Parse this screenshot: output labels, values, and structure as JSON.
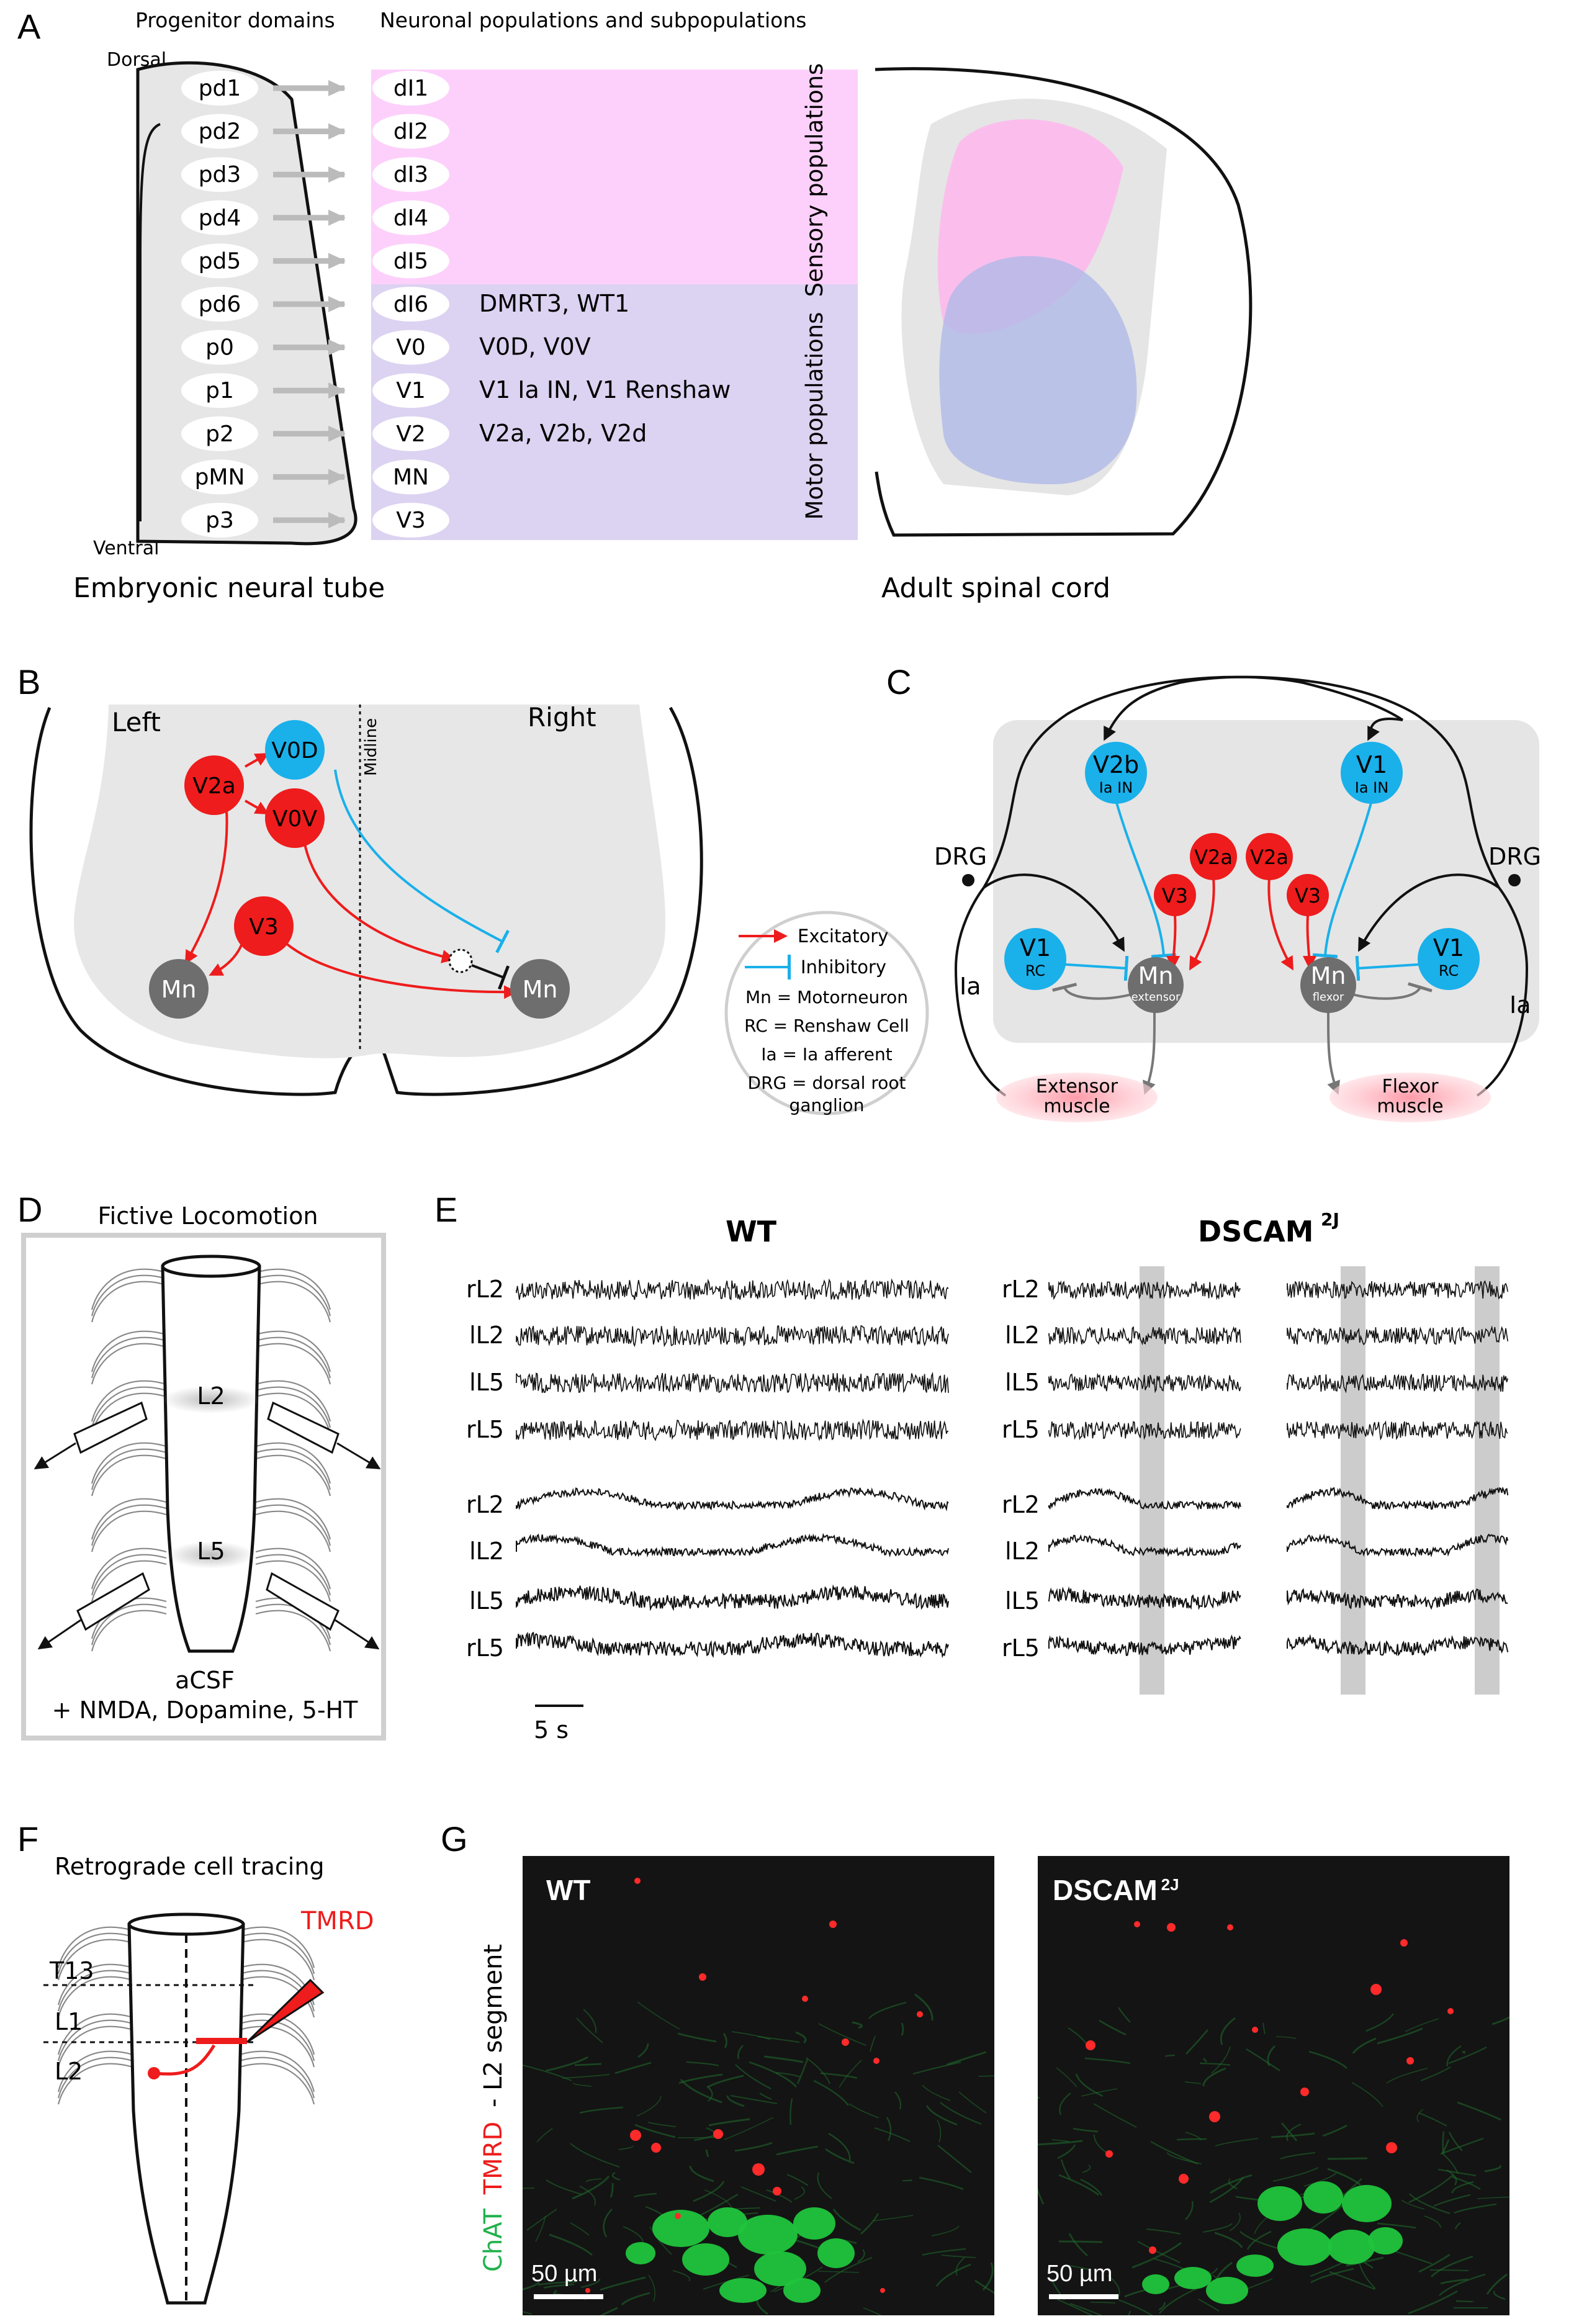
{
  "panels": [
    "A",
    "B",
    "C",
    "D",
    "E",
    "F",
    "G"
  ],
  "A": {
    "header_progenitor": "Progenitor domains",
    "header_neuronal": "Neuronal populations and subpopulations",
    "dorsal": "Dorsal",
    "ventral": "Ventral",
    "tube_caption": "Embryonic neural tube",
    "cord_caption": "Adult spinal cord",
    "sensory_label": "Sensory populations",
    "motor_label": "Motor populations",
    "rows": [
      {
        "pd": "pd1",
        "pop": "dI1",
        "sub": ""
      },
      {
        "pd": "pd2",
        "pop": "dI2",
        "sub": ""
      },
      {
        "pd": "pd3",
        "pop": "dI3",
        "sub": ""
      },
      {
        "pd": "pd4",
        "pop": "dI4",
        "sub": ""
      },
      {
        "pd": "pd5",
        "pop": "dI5",
        "sub": ""
      },
      {
        "pd": "pd6",
        "pop": "dI6",
        "sub": "DMRT3, WT1"
      },
      {
        "pd": "p0",
        "pop": "V0",
        "sub": "V0D, V0V"
      },
      {
        "pd": "p1",
        "pop": "V1",
        "sub": "V1 Ia IN, V1 Renshaw"
      },
      {
        "pd": "p2",
        "pop": "V2",
        "sub": "V2a, V2b, V2d"
      },
      {
        "pd": "pMN",
        "pop": "MN",
        "sub": ""
      },
      {
        "pd": "p3",
        "pop": "V3",
        "sub": ""
      }
    ],
    "colors": {
      "sensory": "#fdd0fb",
      "motor": "#dcd2f1",
      "tube": "#e8e8e8"
    }
  },
  "B": {
    "left": "Left",
    "right": "Right",
    "midline": "Midline",
    "nodes": {
      "v2a": "V2a",
      "v0d": "V0D",
      "v0v": "V0V",
      "v3": "V3",
      "mn": "Mn"
    },
    "legend": {
      "excitatory": "Excitatory",
      "inhibitory": "Inhibitory",
      "mn": "Mn = Motorneuron",
      "rc": "RC = Renshaw Cell",
      "ia": "Ia = Ia afferent",
      "drg1": "DRG = dorsal root",
      "drg2": "ganglion"
    },
    "colors": {
      "excitatory": "#ee1c1c",
      "inhibitory": "#1ab0ea",
      "mn": "#6e6e6e"
    }
  },
  "C": {
    "drg": "DRG",
    "ia": "Ia",
    "v2b": "V2b",
    "v2b_sub": "Ia IN",
    "v1": "V1",
    "v1_sub": "Ia IN",
    "v1rc": "V1",
    "v1rc_sub": "RC",
    "v2a": "V2a",
    "v3": "V3",
    "mn": "Mn",
    "mn_ext": "extensor",
    "mn_flex": "flexor",
    "ext_muscle1": "Extensor",
    "ext_muscle2": "muscle",
    "flex_muscle1": "Flexor",
    "flex_muscle2": "muscle"
  },
  "D": {
    "title": "Fictive Locomotion",
    "l2": "L2",
    "l5": "L5",
    "acsf": "aCSF",
    "drugs": "+ NMDA, Dopamine, 5-HT"
  },
  "E": {
    "wt": "WT",
    "dscam": "DSCAM",
    "dscam_sup": "2J",
    "top_labels": [
      "rL2",
      "lL2",
      "lL5",
      "rL5"
    ],
    "bottom_labels": [
      "rL2",
      "lL2",
      "lL5",
      "rL5"
    ],
    "scale": "5 s"
  },
  "F": {
    "title": "Retrograde cell tracing",
    "tmrd": "TMRD",
    "segments": [
      "T13",
      "L1",
      "L2"
    ]
  },
  "G": {
    "wt": "WT",
    "dscam": "DSCAM",
    "dscam_sup": "2J",
    "axis_chat": "ChAT",
    "axis_tmrd": "TMRD",
    "axis_rest": "- L2 segment",
    "scale": "50 µm"
  }
}
